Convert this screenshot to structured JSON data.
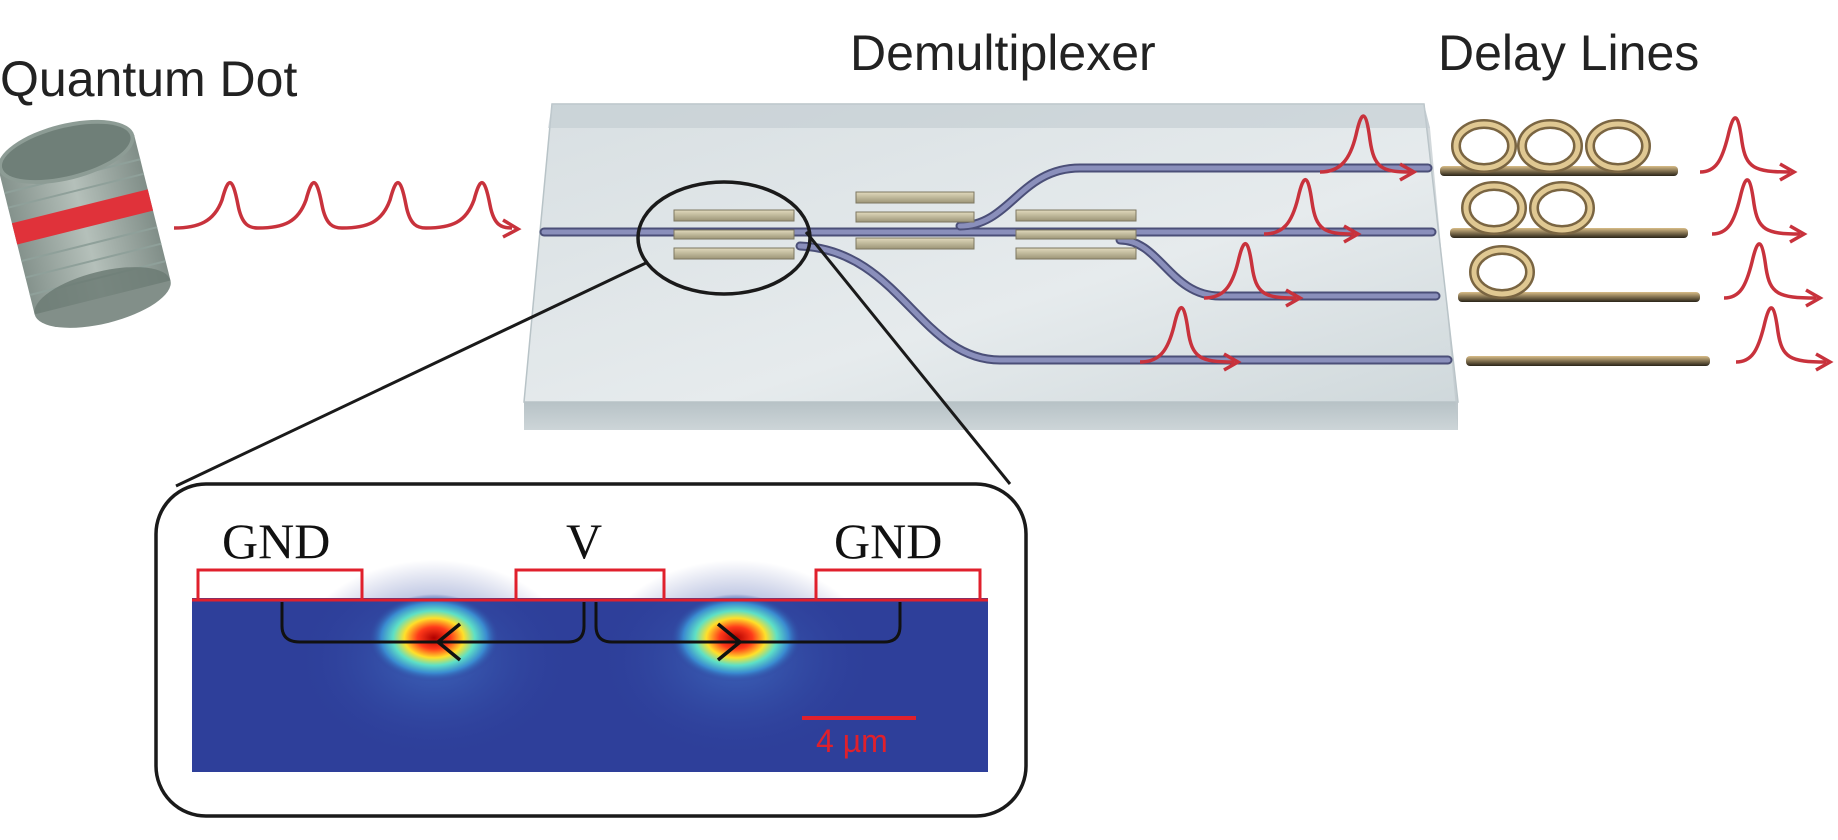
{
  "labels": {
    "source": "Quantum Dot",
    "demux": "Demultiplexer",
    "delay": "Delay Lines"
  },
  "inset": {
    "electrode_left": "GND",
    "electrode_center": "V",
    "electrode_right": "GND",
    "scale_bar": "4 µm"
  },
  "delay_lines": {
    "ring_counts": [
      3,
      2,
      1,
      0
    ]
  },
  "colors": {
    "pulse": "#c8323c",
    "waveguide": "#7a7fa8",
    "electrode": "#cfc7a4",
    "chip": "#c9d2d6",
    "ring": "#c8ab78",
    "electrode_outline": "#e0202c",
    "field_background": "#2e3f9a"
  }
}
